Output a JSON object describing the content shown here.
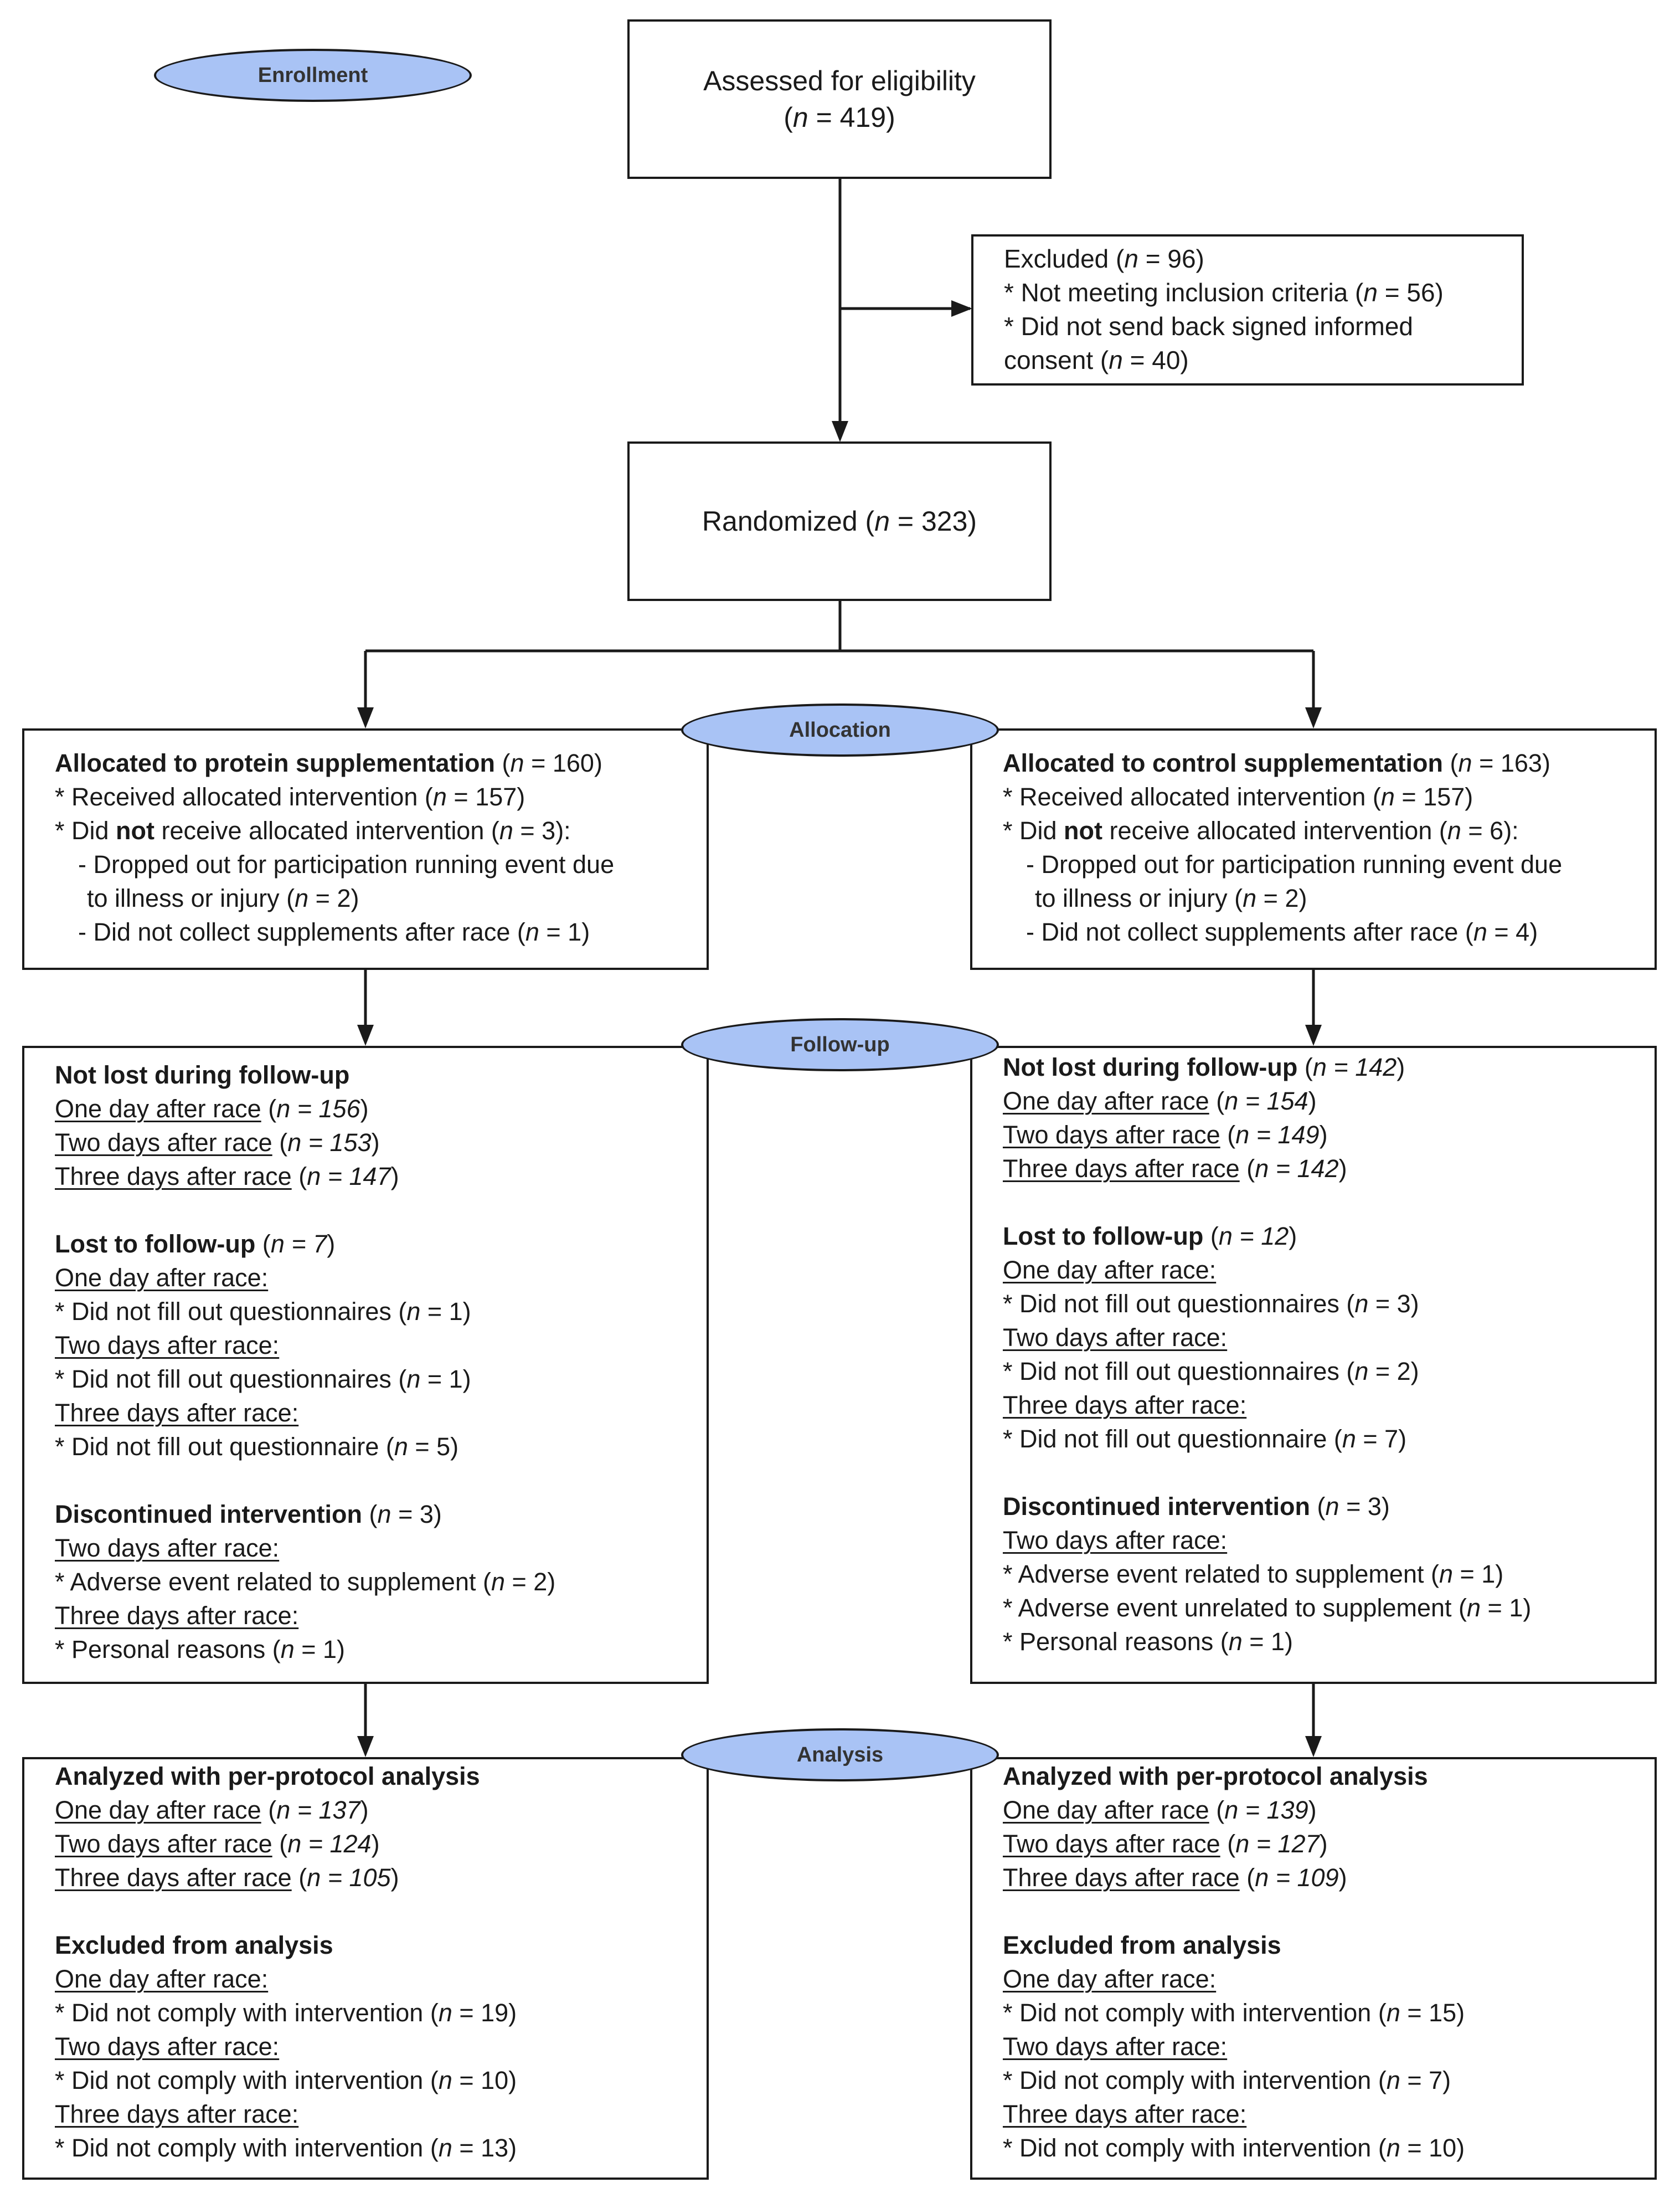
{
  "stages": {
    "enrollment": "Enrollment",
    "allocation": "Allocation",
    "follow_up": "Follow-up",
    "analysis": "Analysis"
  },
  "assessed": {
    "label": "Assessed for eligibility",
    "n_open": "(",
    "n_var": "n",
    "n_rest": " = 419)"
  },
  "excluded": {
    "head": "Excluded (",
    "head_var": "n",
    "head_rest": " = 96)",
    "l1": "* Not meeting inclusion criteria (",
    "l1_var": "n",
    "l1_rest": " = 56)",
    "l2": "* Did not send back signed informed",
    "l3": "consent (",
    "l3_var": "n",
    "l3_rest": " = 40)"
  },
  "randomized": {
    "label": "Randomized (",
    "n_var": "n",
    "n_rest": " = 323)"
  },
  "left_alloc": {
    "title": "Allocated to protein supplementation",
    "title_open": " (",
    "title_var": "n",
    "title_rest": " = 160)",
    "recv": "* Received allocated intervention (",
    "recv_var": "n",
    "recv_rest": " = 157)",
    "notrecv_a": "* Did ",
    "notrecv_not": "not",
    "notrecv_b": " receive allocated intervention (",
    "notrecv_var": "n",
    "notrecv_rest": " = 3):",
    "drop1": "- Dropped out for participation running event due",
    "drop2": "to illness or injury (",
    "drop2_var": "n",
    "drop2_rest": " = 2)",
    "collect": "- Did not collect supplements after race (",
    "collect_var": "n",
    "collect_rest": " = 1)"
  },
  "right_alloc": {
    "title": "Allocated to control supplementation",
    "title_open": " (",
    "title_var": "n",
    "title_rest": " = 163)",
    "recv": "* Received allocated intervention (",
    "recv_var": "n",
    "recv_rest": " = 157)",
    "notrecv_a": "* Did ",
    "notrecv_not": "not",
    "notrecv_b": " receive allocated intervention (",
    "notrecv_var": "n",
    "notrecv_rest": " = 6):",
    "drop1": "- Dropped out for participation running event due",
    "drop2": "to illness or injury (",
    "drop2_var": "n",
    "drop2_rest": " = 2)",
    "collect": "- Did not collect supplements after race (",
    "collect_var": "n",
    "collect_rest": " = 4)"
  },
  "left_follow": {
    "notlost": "Not lost during follow-up",
    "d1": "One day after race",
    "d1_open": " (",
    "d1_val": "n = 156",
    "d1_close": ")",
    "d2": "Two days after race",
    "d2_open": " (",
    "d2_val": "n = 153",
    "d2_close": ")",
    "d3": "Three days after race",
    "d3_open": " (",
    "d3_val": "n = 147",
    "d3_close": ")",
    "lost": "Lost to follow-up",
    "lost_open": " (",
    "lost_val": "n = 7",
    "lost_close": ")",
    "one": "One day after race:",
    "q1": "* Did not fill out questionnaires (",
    "q1_var": "n",
    "q1_rest": " = 1)",
    "two": "Two days after race:",
    "q2": "* Did not fill out questionnaires (",
    "q2_var": "n",
    "q2_rest": " = 1)",
    "three": "Three days after race:",
    "q3": "* Did not fill out questionnaire (",
    "q3_var": "n",
    "q3_rest": " = 5)",
    "disc": "Discontinued intervention",
    "disc_open": " (",
    "disc_var": "n",
    "disc_rest": " = 3)",
    "disc_two": "Two days after race:",
    "ae": "* Adverse event related to supplement (",
    "ae_var": "n",
    "ae_rest": " = 2)",
    "disc_three": "Three days after race:",
    "pr": "* Personal reasons (",
    "pr_var": "n",
    "pr_rest": " = 1)"
  },
  "right_follow": {
    "notlost": "Not lost during follow-up",
    "notlost_open": " (",
    "notlost_val": "n = 142",
    "notlost_close": ")",
    "d1": "One day after race",
    "d1_open": " (",
    "d1_val": "n = 154",
    "d1_close": ")",
    "d2": "Two days after race",
    "d2_open": " (",
    "d2_val": "n = 149",
    "d2_close": ")",
    "d3": "Three days after race",
    "d3_open": " (",
    "d3_val": "n = 142",
    "d3_close": ")",
    "lost": "Lost to follow-up",
    "lost_open": " (",
    "lost_val": "n = 12",
    "lost_close": ")",
    "one": "One day after race:",
    "q1": "* Did not fill out questionnaires (",
    "q1_var": "n",
    "q1_rest": " = 3)",
    "two": "Two days after race:",
    "q2": "* Did not fill out questionnaires (",
    "q2_var": "n",
    "q2_rest": " = 2)",
    "three": "Three days after race:",
    "q3": "* Did not fill out questionnaire (",
    "q3_var": "n",
    "q3_rest": " = 7)",
    "disc": "Discontinued intervention",
    "disc_open": " (",
    "disc_var": "n",
    "disc_rest": " = 3)",
    "disc_two": "Two days after race:",
    "ae1": "* Adverse event related to supplement (",
    "ae1_var": "n",
    "ae1_rest": " = 1)",
    "ae2": "* Adverse event unrelated to supplement (",
    "ae2_var": "n",
    "ae2_rest": " = 1)",
    "pr": "* Personal reasons (",
    "pr_var": "n",
    "pr_rest": " = 1)"
  },
  "left_analysis": {
    "title": "Analyzed with per-protocol analysis",
    "d1": "One day after race",
    "d1_open": " (",
    "d1_val": "n = 137",
    "d1_close": ")",
    "d2": "Two days after race",
    "d2_open": " (",
    "d2_val": "n = 124",
    "d2_close": ")",
    "d3": "Three days after race",
    "d3_open": " (",
    "d3_val": "n = 105",
    "d3_close": ")",
    "excl": "Excluded from analysis",
    "one": "One day after race:",
    "c1": "* Did not comply with intervention (",
    "c1_var": "n",
    "c1_rest": " = 19)",
    "two": "Two days after race:",
    "c2": "* Did not comply with intervention (",
    "c2_var": "n",
    "c2_rest": " = 10)",
    "three": "Three days after race:",
    "c3": "* Did not comply with intervention (",
    "c3_var": "n",
    "c3_rest": " = 13)"
  },
  "right_analysis": {
    "title": "Analyzed with per-protocol analysis",
    "d1": "One day after race",
    "d1_open": " (",
    "d1_val": "n = 139",
    "d1_close": ")",
    "d2": "Two days after race",
    "d2_open": " (",
    "d2_val": "n = 127",
    "d2_close": ")",
    "d3": "Three days after race",
    "d3_open": " (",
    "d3_val": "n = 109",
    "d3_close": ")",
    "excl": "Excluded from analysis",
    "one": "One day after race:",
    "c1": "* Did not comply with intervention (",
    "c1_var": "n",
    "c1_rest": " = 15)",
    "two": "Two days after race:",
    "c2": "* Did not comply with intervention (",
    "c2_var": "n",
    "c2_rest": " = 7)",
    "three": "Three days after race:",
    "c3": "* Did not comply with intervention (",
    "c3_var": "n",
    "c3_rest": " = 10)"
  },
  "colors": {
    "stage_fill": "#a9c3f5",
    "line": "#1a1a1a"
  }
}
